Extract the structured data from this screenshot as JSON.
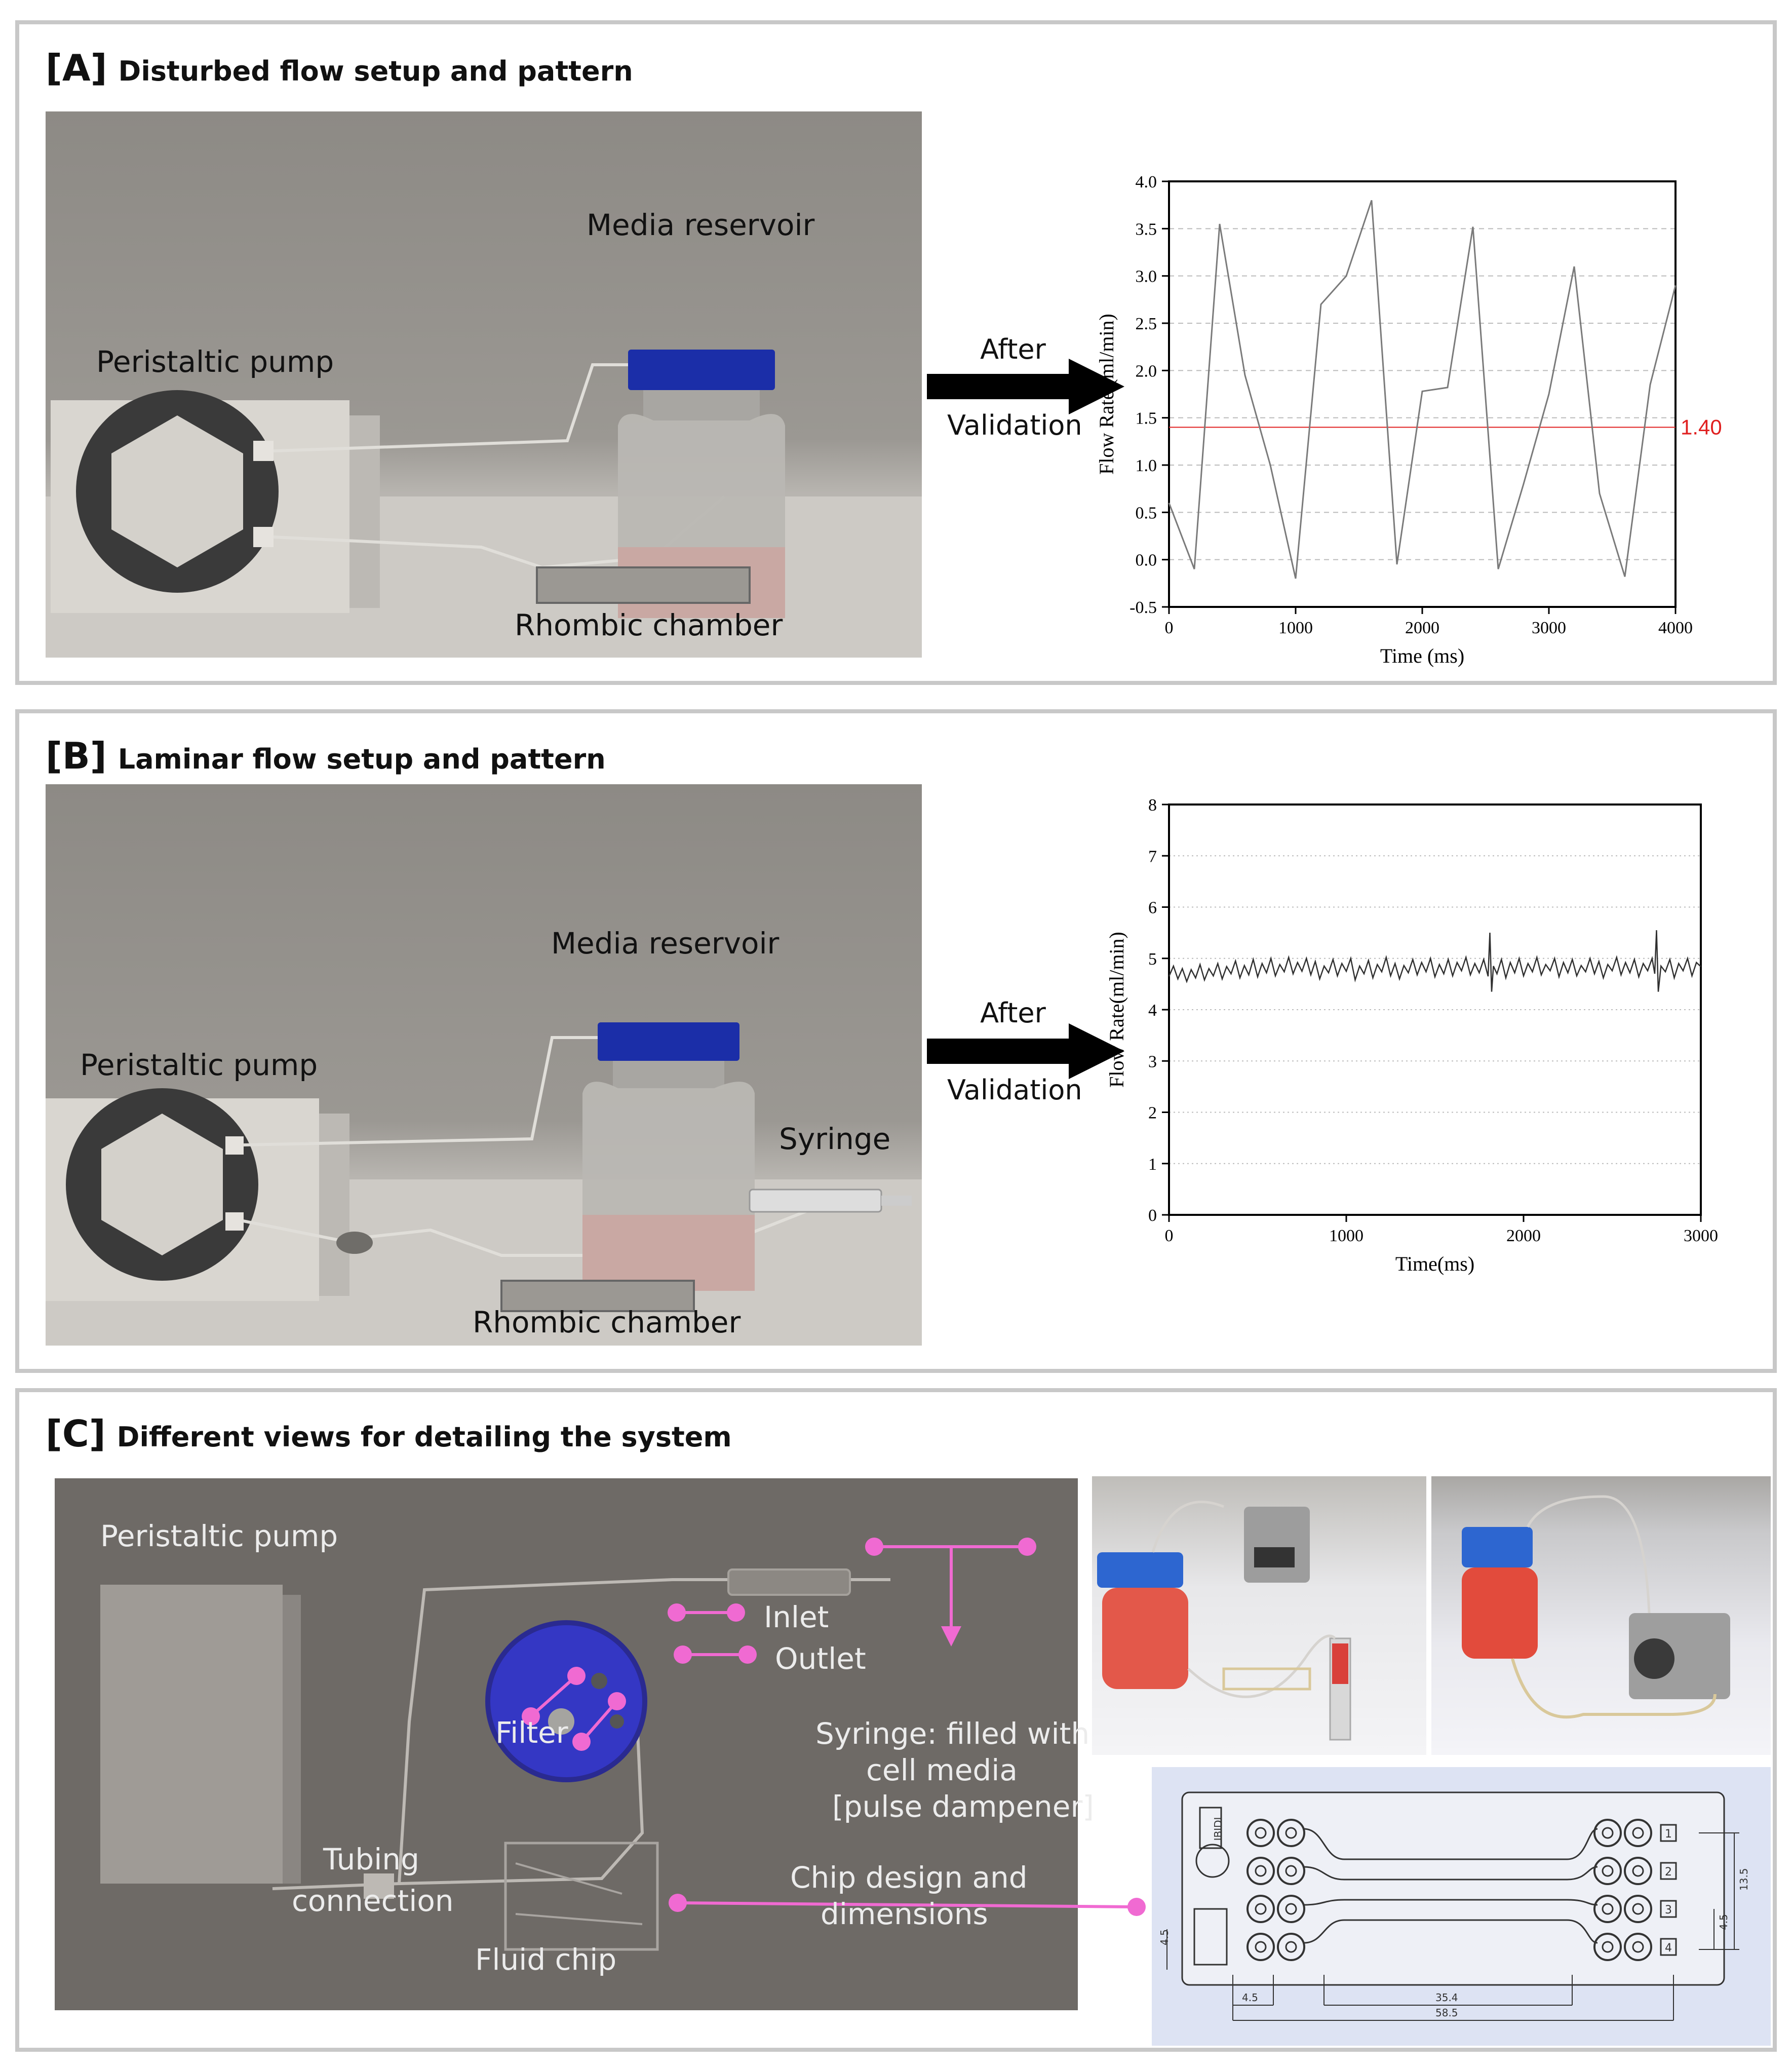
{
  "panel_a": {
    "tag": "[A]",
    "title": "Disturbed flow setup and pattern",
    "labels": {
      "media_reservoir": "Media reservoir",
      "peristaltic_pump": "Peristaltic pump",
      "rhombic_chamber": "Rhombic chamber"
    },
    "arrow_top": "After",
    "arrow_bottom": "Validation"
  },
  "panel_b": {
    "tag": "[B]",
    "title": "Laminar flow setup and pattern",
    "labels": {
      "media_reservoir": "Media reservoir",
      "peristaltic_pump": "Peristaltic pump",
      "syringe": "Syringe",
      "rhombic_chamber": "Rhombic chamber"
    },
    "arrow_top": "After",
    "arrow_bottom": "Validation"
  },
  "panel_c": {
    "tag": "[C]",
    "title": "Different views for detailing the system",
    "labels": {
      "peristaltic_pump": "Peristaltic pump",
      "inlet": "Inlet",
      "outlet": "Outlet",
      "filter": "Filter",
      "syringe_l1": "Syringe: filled with",
      "syringe_l2": "cell media",
      "syringe_l3": "[pulse dampener]",
      "tubing_l1": "Tubing",
      "tubing_l2": "connection",
      "chip_design_l1": "Chip design and",
      "chip_design_l2": "dimensions",
      "fluid_chip": "Fluid chip"
    },
    "schematic": {
      "chip_id": "IBIDI",
      "port_numbers": [
        "1",
        "2",
        "3",
        "4"
      ],
      "dims": [
        "4.5",
        "35.4",
        "58.5",
        "13.5",
        "4.5",
        "4.5"
      ]
    },
    "colors": {
      "pointer": "#f06ad2"
    }
  },
  "chart_data": [
    {
      "type": "line",
      "xlabel": "Time (ms)",
      "ylabel": "Flow Rate (ml/min)",
      "xlim": [
        0,
        4000
      ],
      "ylim": [
        -0.5,
        4.0
      ],
      "xticks": [
        0,
        1000,
        2000,
        3000,
        4000
      ],
      "yticks": [
        -0.5,
        0.0,
        0.5,
        1.0,
        1.5,
        2.0,
        2.5,
        3.0,
        3.5,
        4.0
      ],
      "ytick_labels": [
        "-0.5",
        "0.0",
        "0.5",
        "1.0",
        "1.5",
        "2.0",
        "2.5",
        "3.0",
        "3.5",
        "4.0"
      ],
      "grid": "horizontal-dashed",
      "x": [
        0,
        200,
        400,
        600,
        800,
        1000,
        1200,
        1400,
        1600,
        1800,
        2000,
        2200,
        2400,
        2600,
        2800,
        3000,
        3200,
        3400,
        3600,
        3800,
        4000
      ],
      "y": [
        0.6,
        -0.1,
        3.55,
        1.95,
        1.0,
        -0.2,
        2.7,
        3.0,
        3.8,
        -0.05,
        1.78,
        1.82,
        3.52,
        -0.1,
        0.8,
        1.75,
        3.1,
        0.7,
        -0.18,
        1.85,
        2.9
      ],
      "reference_line": {
        "value": 1.4,
        "label": "1.40",
        "color": "#e02020"
      },
      "line_color": "#7a7a7a"
    },
    {
      "type": "line",
      "xlabel": "Time(ms)",
      "ylabel": "Flow Rate(ml/min)",
      "xlim": [
        0,
        3000
      ],
      "ylim": [
        0,
        8
      ],
      "xticks": [
        0,
        1000,
        2000,
        3000
      ],
      "yticks": [
        0,
        1,
        2,
        3,
        4,
        5,
        6,
        7,
        8
      ],
      "grid": "horizontal-dotted",
      "x": [
        0,
        25,
        50,
        75,
        100,
        125,
        150,
        175,
        200,
        225,
        250,
        275,
        300,
        325,
        350,
        375,
        400,
        425,
        450,
        475,
        500,
        525,
        550,
        575,
        600,
        625,
        650,
        675,
        700,
        725,
        750,
        775,
        800,
        825,
        850,
        875,
        900,
        925,
        950,
        975,
        1000,
        1025,
        1050,
        1075,
        1100,
        1125,
        1150,
        1175,
        1200,
        1225,
        1250,
        1275,
        1300,
        1325,
        1350,
        1375,
        1400,
        1425,
        1450,
        1475,
        1500,
        1525,
        1550,
        1575,
        1600,
        1625,
        1650,
        1675,
        1700,
        1725,
        1750,
        1775,
        1800,
        1810,
        1820,
        1830,
        1850,
        1875,
        1900,
        1925,
        1950,
        1975,
        2000,
        2025,
        2050,
        2075,
        2100,
        2125,
        2150,
        2175,
        2200,
        2225,
        2250,
        2275,
        2300,
        2325,
        2350,
        2375,
        2400,
        2425,
        2450,
        2475,
        2500,
        2525,
        2550,
        2575,
        2600,
        2625,
        2650,
        2675,
        2700,
        2725,
        2740,
        2750,
        2760,
        2775,
        2800,
        2825,
        2850,
        2875,
        2900,
        2925,
        2950,
        2975,
        3000
      ],
      "y": [
        4.65,
        4.85,
        4.6,
        4.8,
        4.55,
        4.78,
        4.62,
        4.88,
        4.58,
        4.8,
        4.66,
        4.9,
        4.6,
        4.84,
        4.7,
        4.95,
        4.62,
        4.86,
        4.68,
        4.98,
        4.64,
        4.9,
        4.72,
        5.0,
        4.66,
        4.88,
        4.74,
        5.02,
        4.7,
        4.92,
        4.75,
        5.0,
        4.68,
        4.94,
        4.6,
        4.85,
        4.72,
        4.98,
        4.66,
        4.9,
        4.75,
        5.0,
        4.58,
        4.85,
        4.7,
        4.96,
        4.62,
        4.88,
        4.74,
        5.02,
        4.66,
        4.9,
        4.6,
        4.86,
        4.72,
        4.98,
        4.68,
        4.92,
        4.74,
        5.0,
        4.64,
        4.88,
        4.7,
        4.98,
        4.66,
        4.92,
        4.76,
        5.02,
        4.68,
        4.9,
        4.72,
        4.98,
        4.65,
        5.5,
        4.35,
        4.85,
        4.7,
        4.98,
        4.62,
        4.92,
        4.72,
        5.0,
        4.66,
        4.9,
        4.74,
        5.02,
        4.68,
        4.88,
        4.76,
        5.0,
        4.64,
        4.92,
        4.72,
        4.98,
        4.66,
        4.86,
        4.74,
        5.0,
        4.7,
        4.94,
        4.62,
        4.88,
        4.76,
        5.02,
        4.68,
        4.92,
        4.72,
        4.98,
        4.64,
        4.9,
        4.76,
        5.0,
        4.7,
        5.55,
        4.35,
        4.85,
        4.74,
        4.98,
        4.62,
        4.9,
        4.76,
        5.0,
        4.66,
        4.92,
        4.84
      ],
      "line_color": "#303030"
    }
  ]
}
